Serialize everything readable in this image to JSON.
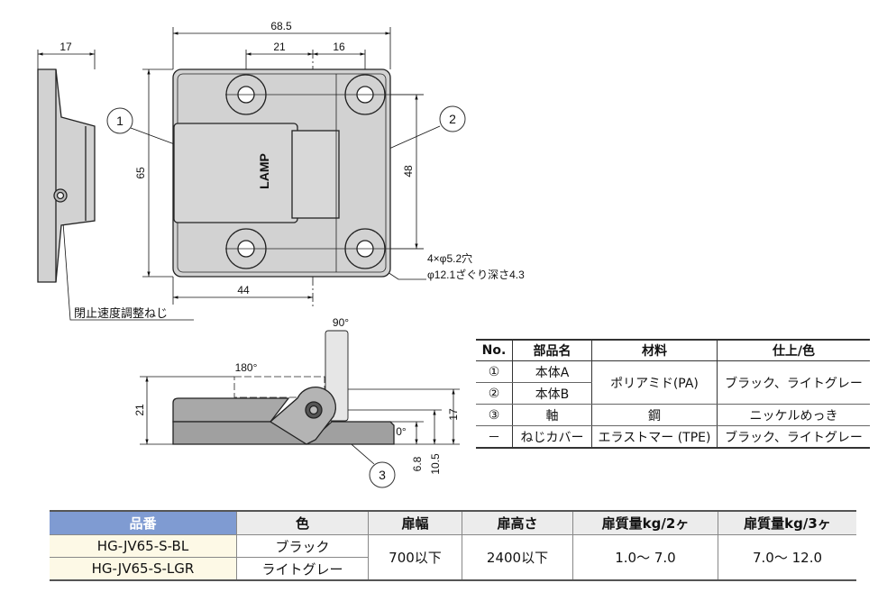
{
  "drawing": {
    "dims": {
      "overall_width": "68.5",
      "hole_to_center": "21",
      "center_to_hole": "16",
      "side_thickness": "17",
      "height": "65",
      "hole_pitch_v": "48",
      "hole_offset_h": "44",
      "open_height": "21",
      "d1": "6.8",
      "d2": "10.5",
      "d3": "17"
    },
    "angles": {
      "a90": "90°",
      "a180": "180°",
      "a0": "0°"
    },
    "callouts": {
      "c1": "1",
      "c2": "2",
      "c3": "3"
    },
    "hole_note_1": "4×φ5.2穴",
    "hole_note_2": "φ12.1ざぐり深さ4.3",
    "screw_label": "閉止速度調整ねじ",
    "logo": "LAMP"
  },
  "parts_table": {
    "headers": [
      "No.",
      "部品名",
      "材料",
      "仕上/色"
    ],
    "rows": [
      {
        "no": "①",
        "name": "本体A",
        "material": "ポリアミド(PA)",
        "finish": "ブラック、ライトグレー"
      },
      {
        "no": "②",
        "name": "本体B"
      },
      {
        "no": "③",
        "name": "軸",
        "material": "鋼",
        "finish": "ニッケルめっき"
      },
      {
        "no": "－",
        "name": "ねじカバー",
        "material": "エラストマー (TPE)",
        "finish": "ブラック、ライトグレー"
      }
    ]
  },
  "spec_table": {
    "headers": [
      "品番",
      "色",
      "扉幅",
      "扉高さ",
      "扉質量kg/2ヶ",
      "扉質量kg/3ヶ"
    ],
    "rows": [
      {
        "part": "HG-JV65-S-BL",
        "color": "ブラック"
      },
      {
        "part": "HG-JV65-S-LGR",
        "color": "ライトグレー"
      }
    ],
    "door_width": "700以下",
    "door_height": "2400以下",
    "mass_2": "1.0～ 7.0",
    "mass_3": "7.0～ 12.0"
  },
  "colors": {
    "body": "#d2d2d2",
    "header_blue": "#7f9bd2",
    "cream": "#fdf9e6"
  }
}
